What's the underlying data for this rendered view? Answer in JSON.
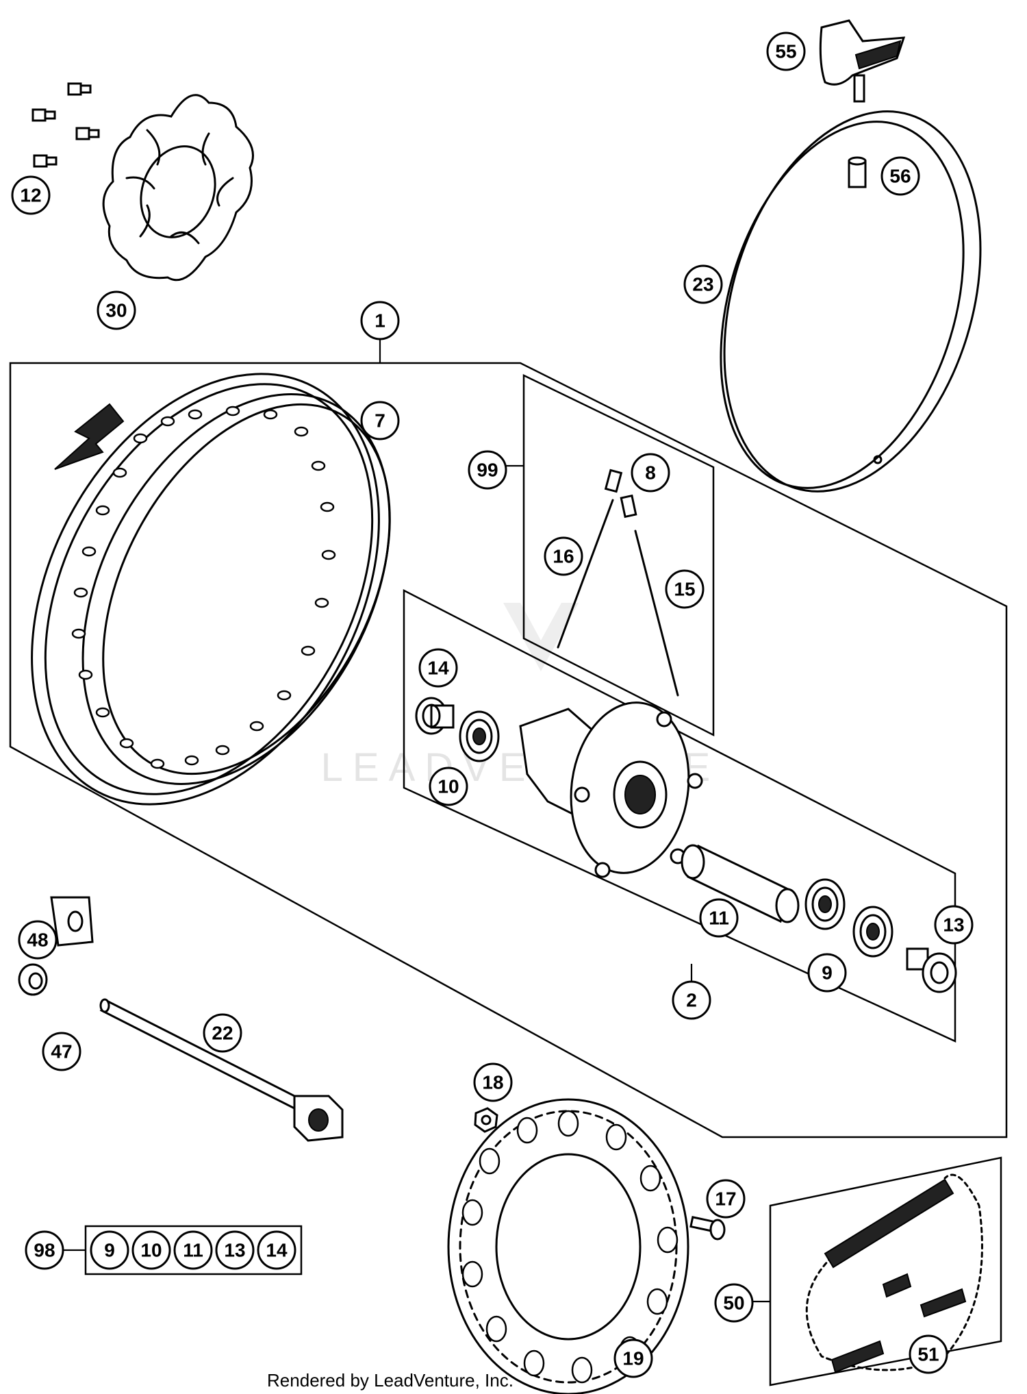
{
  "diagram": {
    "credit": "Rendered by LeadVenture, Inc.",
    "watermark": "LEADVENTURE",
    "callouts": {
      "c1": "1",
      "c2": "2",
      "c7": "7",
      "c8": "8",
      "c9": "9",
      "c10": "10",
      "c11": "11",
      "c12": "12",
      "c13": "13",
      "c14": "14",
      "c15": "15",
      "c16": "16",
      "c17": "17",
      "c18": "18",
      "c19": "19",
      "c22": "22",
      "c23": "23",
      "c30": "30",
      "c47": "47",
      "c48": "48",
      "c50": "50",
      "c51": "51",
      "c55": "55",
      "c56": "56",
      "c98": "98",
      "c99": "99"
    },
    "kit98": [
      "9",
      "10",
      "11",
      "13",
      "14"
    ]
  }
}
